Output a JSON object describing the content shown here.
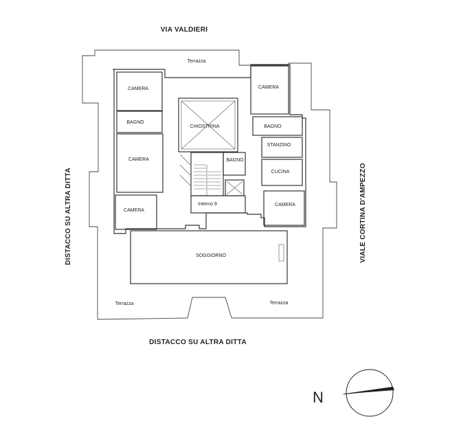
{
  "streets": {
    "top": "VIA VALDIERI",
    "bottom": "DISTACCO SU ALTRA DITTA",
    "left": "DISTACCO SU ALTRA DITTA",
    "right": "VIALE CORTINA D'AMPEZZO"
  },
  "rooms": {
    "terrace_top": "Terrazza",
    "camera_left_1": "CAMERA",
    "bagno_left": "BAGNO",
    "camera_left_2": "CAMERA",
    "camera_left_3": "CAMERA",
    "chiostrina": "CHIOSTRINA",
    "bagno_center": "BAGNO",
    "interno": "Interno 9",
    "camera_right_1": "CAMERA",
    "bagno_right": "BAGNO",
    "stanzino": "STANZINO",
    "cucina": "CUCINA",
    "camera_right_2": "CAMERA",
    "soggiorno": "SOGGIORNO",
    "terrace_bottom_left": "Terrazza",
    "terrace_bottom_right": "Terrazza"
  },
  "compass": {
    "label": "N"
  }
}
